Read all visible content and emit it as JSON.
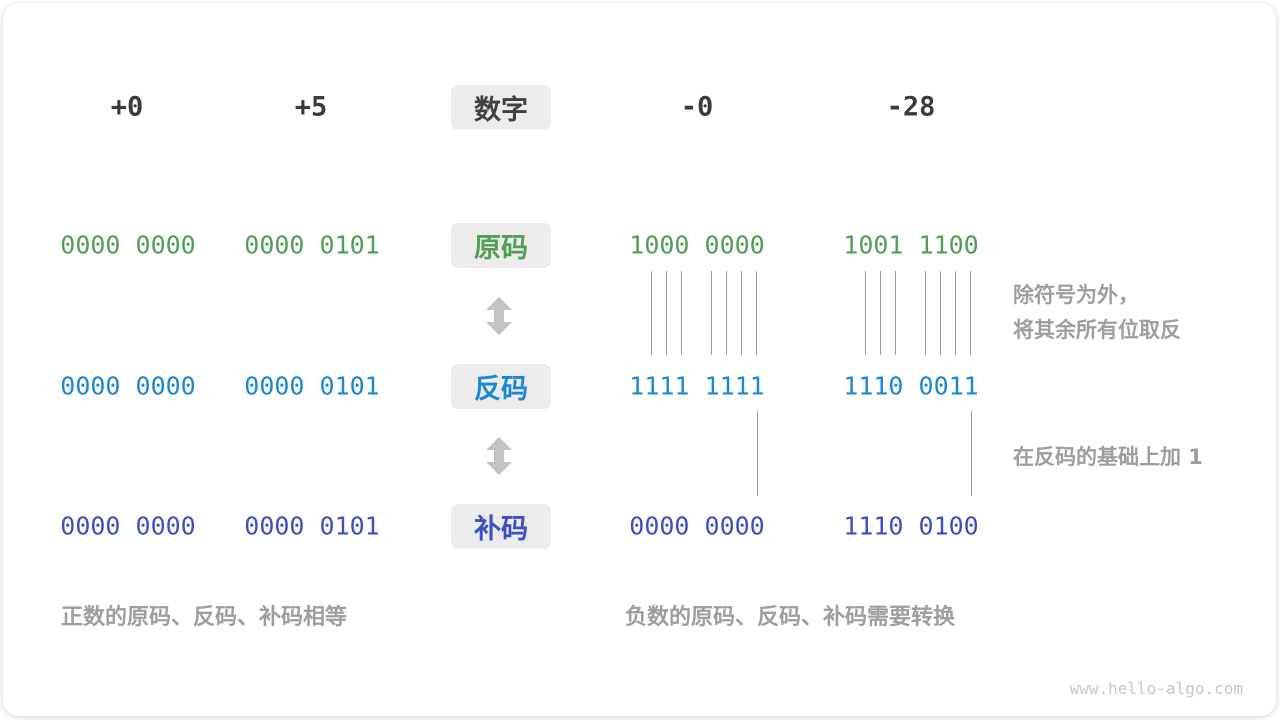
{
  "row_labels": {
    "number": "数字",
    "sign_magnitude": "原码",
    "ones_complement": "反码",
    "twos_complement": "补码"
  },
  "columns": [
    {
      "header": "+0",
      "sign_magnitude": "0000 0000",
      "ones_complement": "0000 0000",
      "twos_complement": "0000 0000"
    },
    {
      "header": "+5",
      "sign_magnitude": "0000 0101",
      "ones_complement": "0000 0101",
      "twos_complement": "0000 0101"
    },
    {
      "header": "-0",
      "sign_magnitude": "1000 0000",
      "ones_complement": "1111 1111",
      "twos_complement": "0000 0000"
    },
    {
      "header": "-28",
      "sign_magnitude": "1001 1100",
      "ones_complement": "1110 0011",
      "twos_complement": "1110 0100"
    }
  ],
  "annotations": {
    "invert_line1": "除符号为外，",
    "invert_line2": "将其余所有位取反",
    "add_one": "在反码的基础上加 1",
    "positive_note": "正数的原码、反码、补码相等",
    "negative_note": "负数的原码、反码、补码需要转换"
  },
  "watermark": "www.hello-algo.com",
  "colors": {
    "sign_magnitude_green": "#519e57",
    "ones_complement_blue": "#1c87d4",
    "twos_complement_indigo": "#3d4fc5",
    "header_dark": "#3b3b3b",
    "badge_background": "#ececec",
    "annotation_gray": "#9e9e9e",
    "connector_line_gray": "#9b9b9b",
    "arrow_gray": "#c2c2c2",
    "watermark_gray": "#c8c8c8"
  }
}
